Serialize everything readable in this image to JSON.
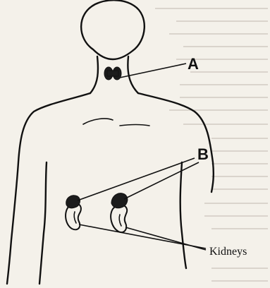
{
  "diagram": {
    "labels": {
      "a": "A",
      "b": "B",
      "kidneys": "Kidneys"
    }
  }
}
